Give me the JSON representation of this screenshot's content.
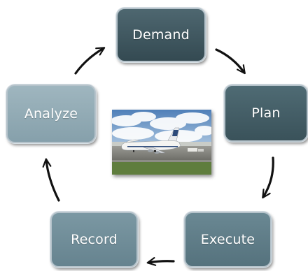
{
  "diagram": {
    "nodes": [
      {
        "id": "demand",
        "label": "Demand",
        "color": "#3f565e"
      },
      {
        "id": "plan",
        "label": "Plan",
        "color": "#455e66"
      },
      {
        "id": "execute",
        "label": "Execute",
        "color": "#5e7c87"
      },
      {
        "id": "record",
        "label": "Record",
        "color": "#708d98"
      },
      {
        "id": "analyze",
        "label": "Analyze",
        "color": "#92aab4"
      }
    ],
    "edges": [
      {
        "from": "demand",
        "to": "plan"
      },
      {
        "from": "plan",
        "to": "execute"
      },
      {
        "from": "execute",
        "to": "record"
      },
      {
        "from": "record",
        "to": "analyze"
      },
      {
        "from": "analyze",
        "to": "demand"
      }
    ],
    "center_image": {
      "subject": "airliner on airport tarmac under cloudy sky"
    }
  }
}
